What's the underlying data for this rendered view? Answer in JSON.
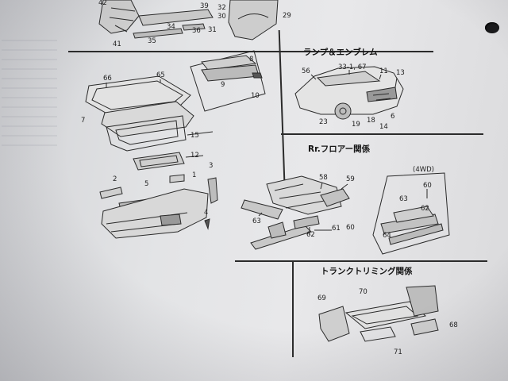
{
  "sections": {
    "lamp": {
      "heading": "ランプ＆エンブレム"
    },
    "rr_floor": {
      "heading": "Rr.フロアー関係",
      "variant": "(4WD)"
    },
    "trunk": {
      "heading": "トランクトリミング関係"
    }
  },
  "callouts": {
    "top": [
      "42",
      "39",
      "32",
      "30",
      "29",
      "34",
      "36",
      "31",
      "41",
      "35"
    ],
    "trunk_lid": [
      "66",
      "65",
      "8",
      "9",
      "10",
      "7",
      "15",
      "12",
      "2",
      "5",
      "1",
      "3",
      "4"
    ],
    "lamp": [
      "56",
      "33-1, 67",
      "11",
      "13",
      "23",
      "19",
      "18",
      "14",
      "6"
    ],
    "floor": [
      "58",
      "59",
      "63",
      "61",
      "62",
      "60",
      "60",
      "63",
      "62",
      "64"
    ],
    "trunk_trim": [
      "69",
      "70",
      "68",
      "71"
    ]
  }
}
